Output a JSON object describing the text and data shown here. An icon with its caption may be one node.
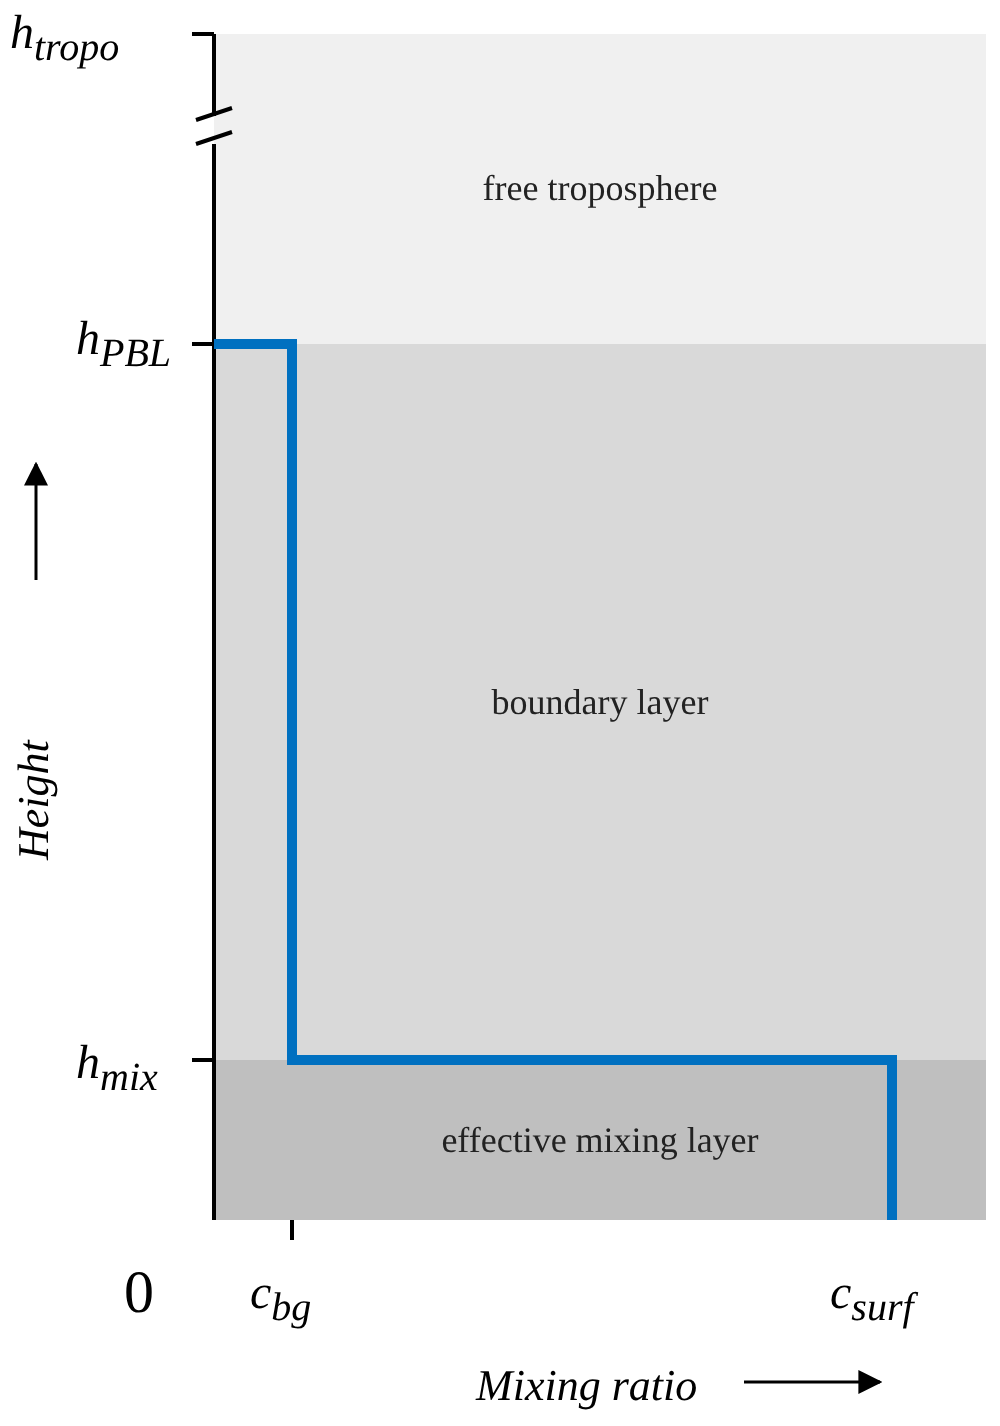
{
  "diagram": {
    "nodes": [
      {
        "text": [
          "free troposphere"
        ]
      },
      {
        "text": [
          "boundary layer"
        ]
      },
      {
        "text": [
          "effective mixing layer"
        ]
      }
    ],
    "labels": [
      "h$_{tropo}$",
      "h$_{PBL}$",
      "h$_{mix}$",
      "0",
      "c$_{bg}$",
      "c$_{surf}$",
      "Height",
      "Mixing ratio"
    ]
  }
}
